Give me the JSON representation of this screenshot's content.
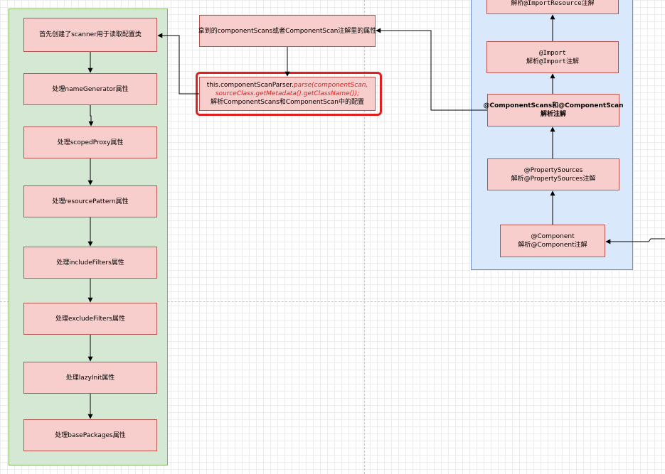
{
  "colors": {
    "flow_fill": "#f8cecc",
    "flow_stroke": "#b85450",
    "green_container": "#d5e8d4",
    "blue_container": "#dae8fc",
    "highlight": "#e0201e"
  },
  "left_flow": {
    "steps": [
      {
        "label": "首先创建了scanner用于读取配置类"
      },
      {
        "label": "处理nameGenerator属性"
      },
      {
        "label": "处理scopedProxy属性"
      },
      {
        "label": "处理resourcePattern属性"
      },
      {
        "label": "处理includeFilters属性"
      },
      {
        "label": "处理excludeFilters属性"
      },
      {
        "label": "处理lazyInit属性"
      },
      {
        "label": "处理basePackages属性"
      }
    ]
  },
  "middle": {
    "top_box": "拿到的componentScans或者ComponentScan注解里的属性",
    "parse_box": {
      "code_prefix": "this.componentScanParser.",
      "code_call": "parse(componentScan,",
      "code_line2": "sourceClass.getMetadata().getClassName());",
      "description": "解析ComponentScans和ComponentScan中的配置"
    }
  },
  "right_flow": {
    "import_resource": {
      "line2": "解析@ImportResource注解"
    },
    "import": {
      "line1": "@Import",
      "line2": "解析@Import注解"
    },
    "component_scans": {
      "line1": "@ComponentScans和@ComponentScan",
      "line2": "解析注解"
    },
    "property_sources": {
      "line1": "@PropertySources",
      "line2": "解析@PropertySources注解"
    },
    "component": {
      "line1": "@Component",
      "line2": "解析@Component注解"
    }
  }
}
